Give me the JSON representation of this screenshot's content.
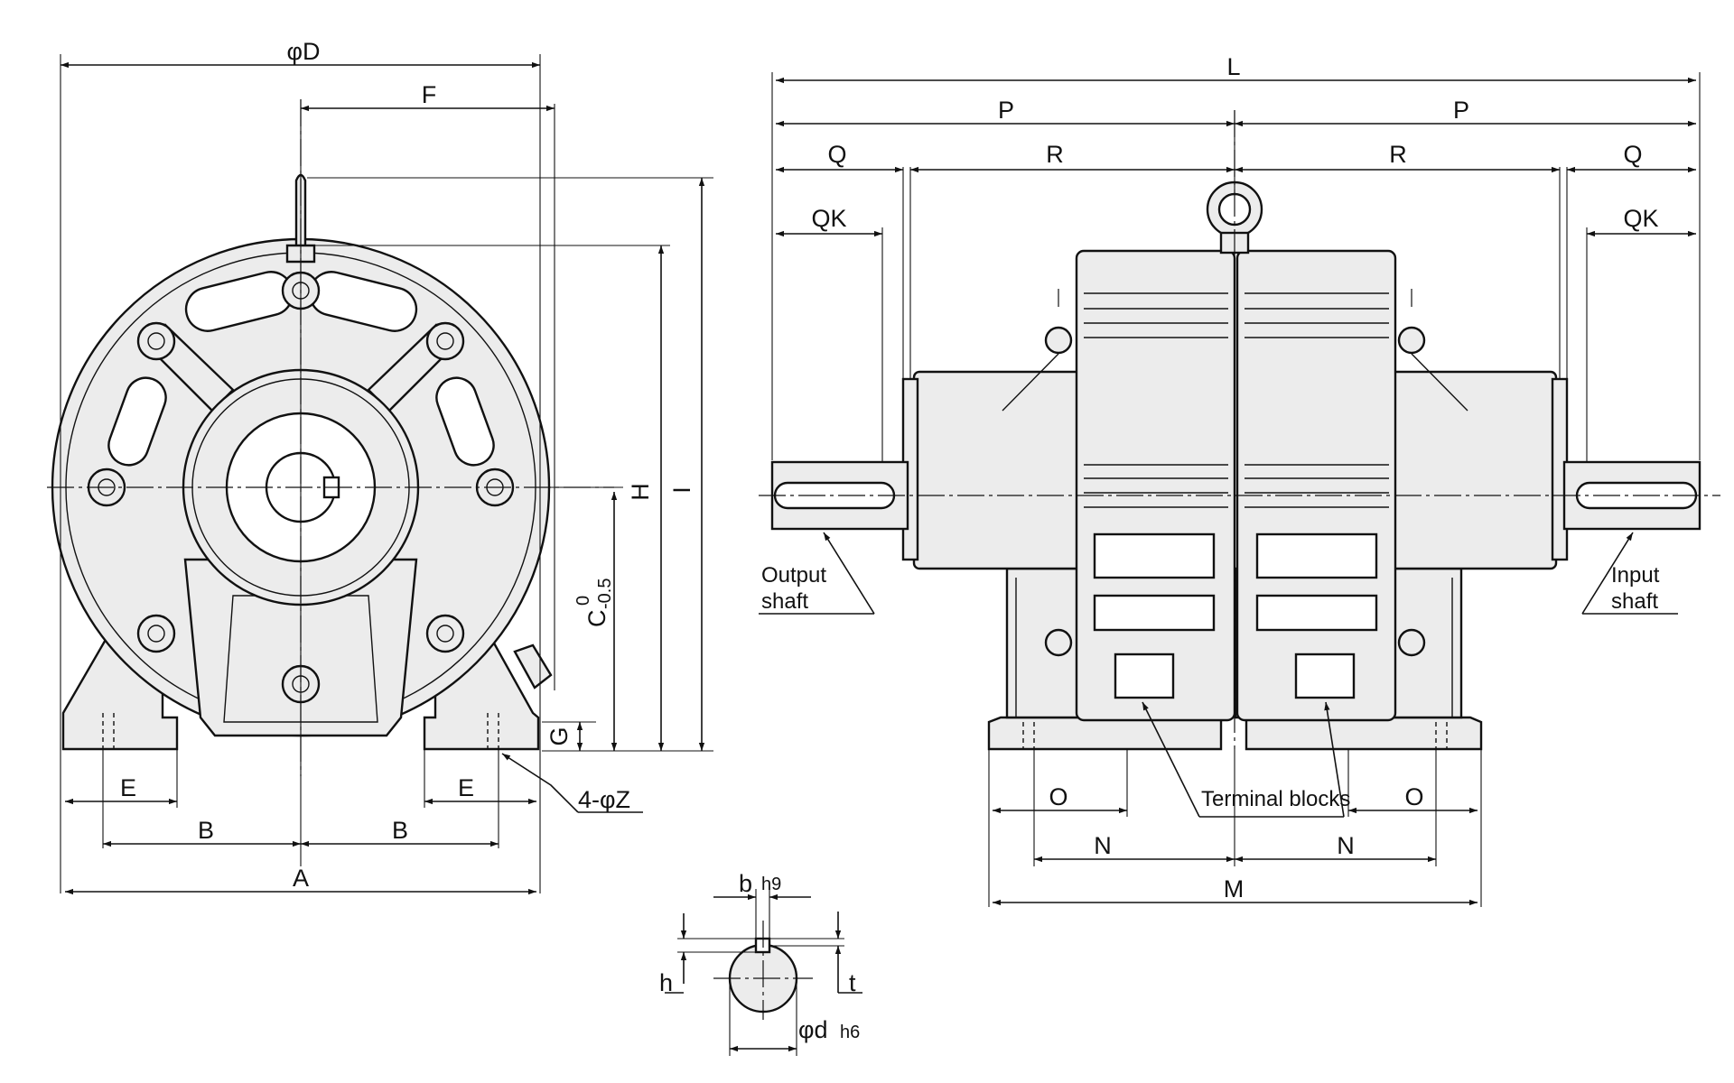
{
  "front_view": {
    "dims": {
      "phiD": "φD",
      "F": "F",
      "H": "H",
      "I": "I",
      "C": "C",
      "C_tol_upper": "0",
      "C_tol_lower": "-0.5",
      "G": "G",
      "E_left": "E",
      "E_right": "E",
      "B_left": "B",
      "B_right": "B",
      "A": "A",
      "holes": "4-φZ"
    }
  },
  "side_view": {
    "dims": {
      "L": "L",
      "P_left": "P",
      "P_right": "P",
      "Q_left": "Q",
      "Q_right": "Q",
      "R_left": "R",
      "R_right": "R",
      "QK_left": "QK",
      "QK_right": "QK",
      "O_left": "O",
      "O_right": "O",
      "N_left": "N",
      "N_right": "N",
      "M": "M"
    },
    "callouts": {
      "output_shaft_line1": "Output",
      "output_shaft_line2": "shaft",
      "input_shaft_line1": "Input",
      "input_shaft_line2": "shaft",
      "terminal_blocks": "Terminal blocks"
    }
  },
  "shaft_detail": {
    "dims": {
      "b": "b",
      "b_fit": "h9",
      "h": "h",
      "t": "t",
      "phid": "φd",
      "d_fit": "h6"
    }
  }
}
